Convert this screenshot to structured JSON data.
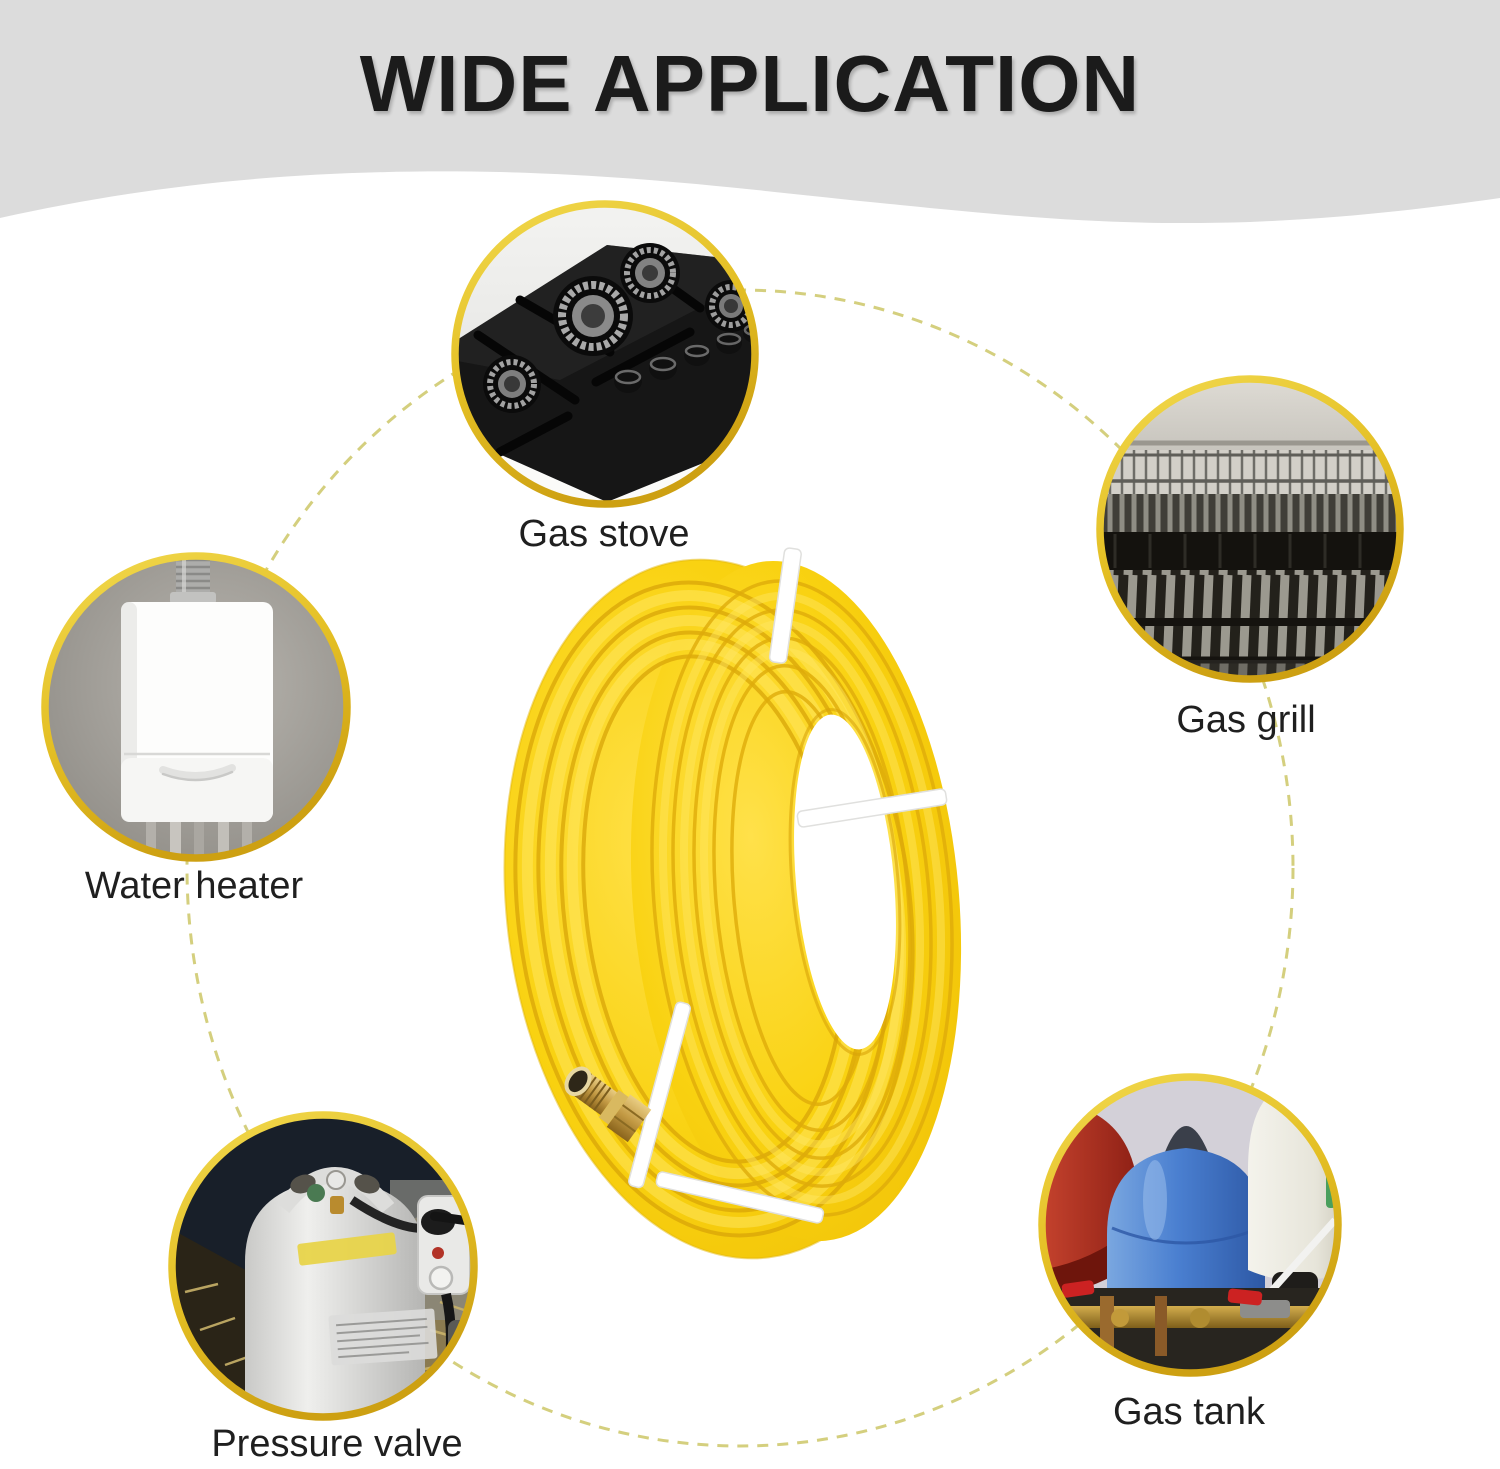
{
  "title": "WIDE APPLICATION",
  "applications": [
    {
      "label": "Gas stove"
    },
    {
      "label": "Gas grill"
    },
    {
      "label": "Water heater"
    },
    {
      "label": "Pressure valve"
    },
    {
      "label": "Gas tank"
    }
  ],
  "product": {
    "name": "yellow gas hose coil with brass fitting"
  },
  "colors": {
    "band_gray": "#dcdcdc",
    "circle_border_gold": "#e4bf24",
    "dash_line": "#d4cf7e",
    "hose_yellow": "#f7cd08",
    "hose_shadow": "#d8a408",
    "hose_highlight": "#ffe763",
    "label_text": "#1f1f1f",
    "title_text": "#1b1b1b"
  }
}
